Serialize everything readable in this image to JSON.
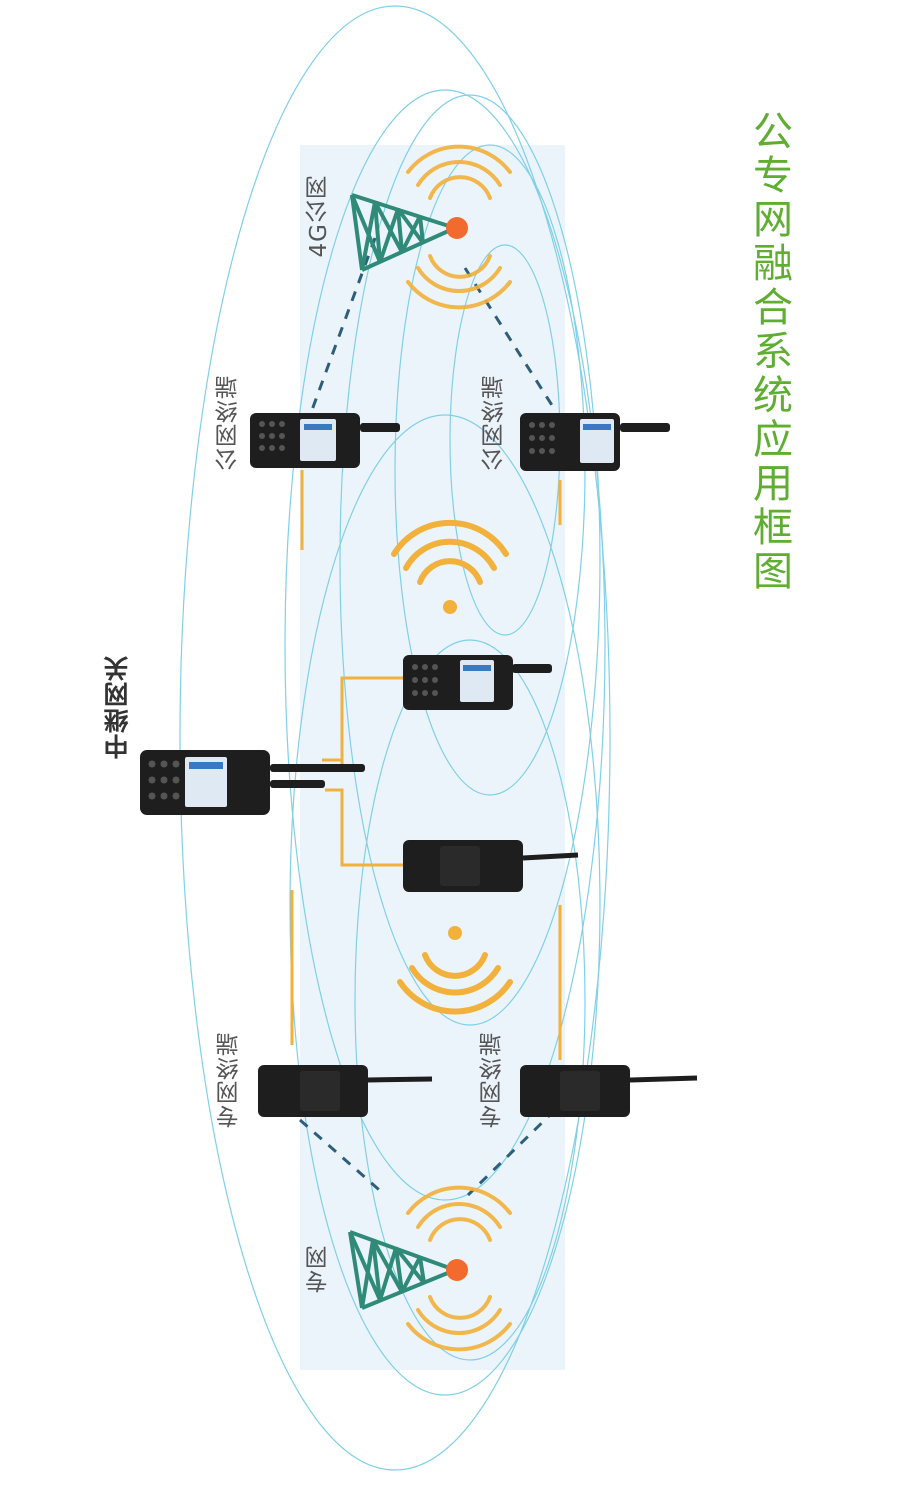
{
  "title": "公专网融合系统应用框图",
  "labels": {
    "public_tower": "4G公网",
    "public_terminal_left": "公网终端",
    "public_terminal_right": "公网终端",
    "relay_gateway": "中继网关",
    "private_terminal_left": "专网终端",
    "private_terminal_right": "专网终端",
    "private_tower": "专网"
  },
  "colors": {
    "title": "#5fae32",
    "ellipse_stroke": "#7fd0e8",
    "fill": "#eaf3fb",
    "signal": "#f2b13b",
    "tower": "#2f8a78",
    "tower_dot": "#f26a2e",
    "dash_link": "#2e5f7a",
    "wire": "#f2b13b",
    "device": "#1e1e1e"
  }
}
